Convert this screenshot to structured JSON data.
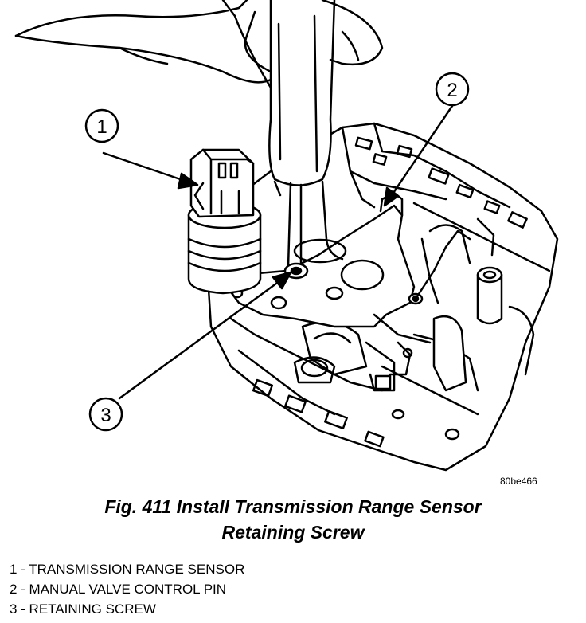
{
  "figure": {
    "callouts": [
      {
        "number": "1"
      },
      {
        "number": "2"
      },
      {
        "number": "3"
      }
    ],
    "image_code": "80be466"
  },
  "caption": {
    "line1": "Fig. 411 Install Transmission Range Sensor",
    "line2": "Retaining Screw"
  },
  "legend": [
    "1 - TRANSMISSION RANGE SENSOR",
    "2 - MANUAL VALVE CONTROL PIN",
    "3 - RETAINING SCREW"
  ]
}
